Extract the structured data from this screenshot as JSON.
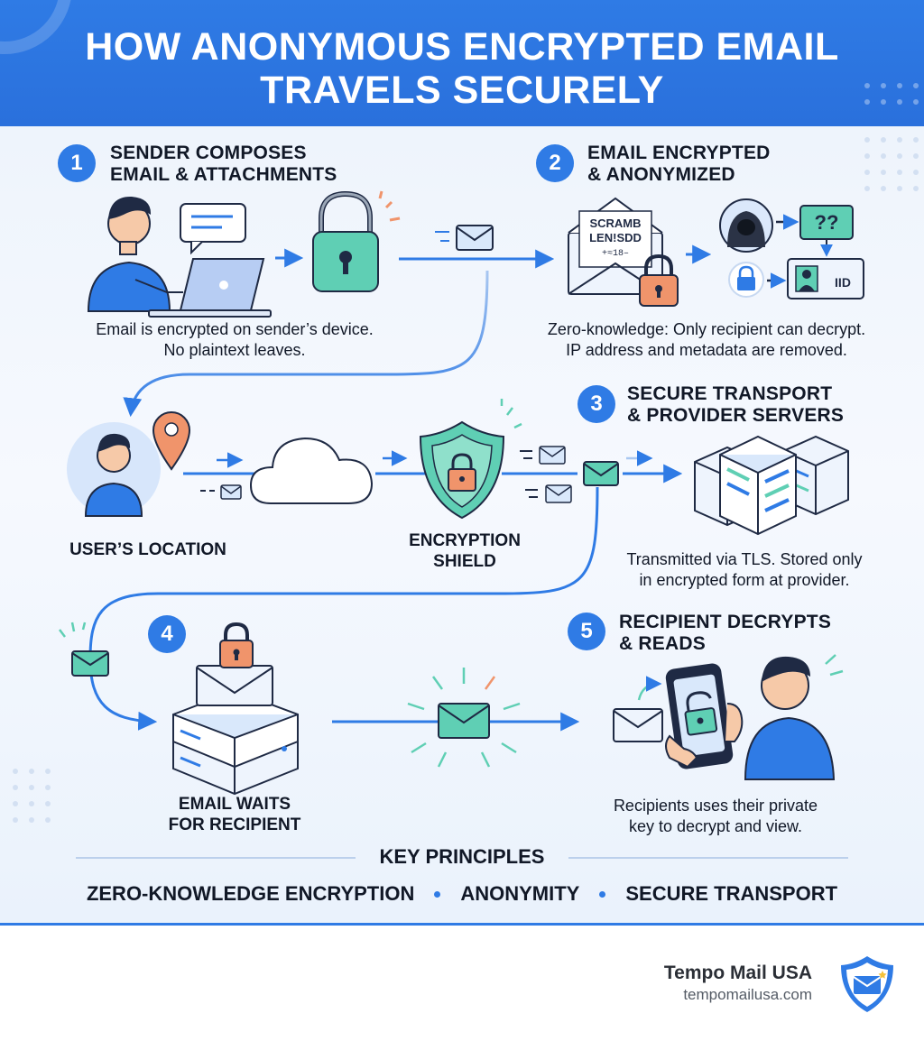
{
  "header": {
    "title": "How Anonymous Encrypted Email Travels Securely"
  },
  "steps": [
    {
      "number": "1",
      "title_lines": [
        "Sender Composes",
        "Email & Attachments"
      ],
      "caption_lines": [
        "Email is encrypted on sender’s device.",
        "No plaintext leaves."
      ]
    },
    {
      "number": "2",
      "title_lines": [
        "Email Encrypted",
        "& Anonymized"
      ],
      "caption_lines": [
        "Zero-knowledge: Only recipient can decrypt.",
        "IP address and metadata are removed."
      ]
    },
    {
      "number": "3",
      "title_lines": [
        "Secure Transport",
        "& Provider Servers"
      ],
      "caption_lines": [
        "Transmitted via TLS. Stored only",
        "in encrypted form at provider."
      ]
    },
    {
      "number": "4",
      "title_lines": [
        "Email Waits",
        "For Recipient"
      ]
    },
    {
      "number": "5",
      "title_lines": [
        "Recipient Decrypts",
        "& Reads"
      ],
      "caption_lines": [
        "Recipients uses their private",
        "key to decrypt and view."
      ]
    }
  ],
  "illustration_text": {
    "scrambled_line1": "SCRAMB",
    "scrambled_line2": "LEN!SDD",
    "scrambled_line3": "+≈18–",
    "unknown_id": "??",
    "id_card": "IID"
  },
  "labels": {
    "user_location": "User’s Location",
    "encryption_shield_lines": [
      "Encryption",
      "Shield"
    ]
  },
  "principles": {
    "title": "Key Principles",
    "items": [
      "Zero-Knowledge Encryption",
      "Anonymity",
      "Secure Transport"
    ]
  },
  "footer": {
    "brand": "Tempo Mail USA",
    "url": "tempomailusa.com"
  },
  "colors": {
    "accent": "#2f7be5",
    "teal": "#5fcfb4",
    "coral": "#f0946b",
    "dark": "#1f2a44"
  }
}
